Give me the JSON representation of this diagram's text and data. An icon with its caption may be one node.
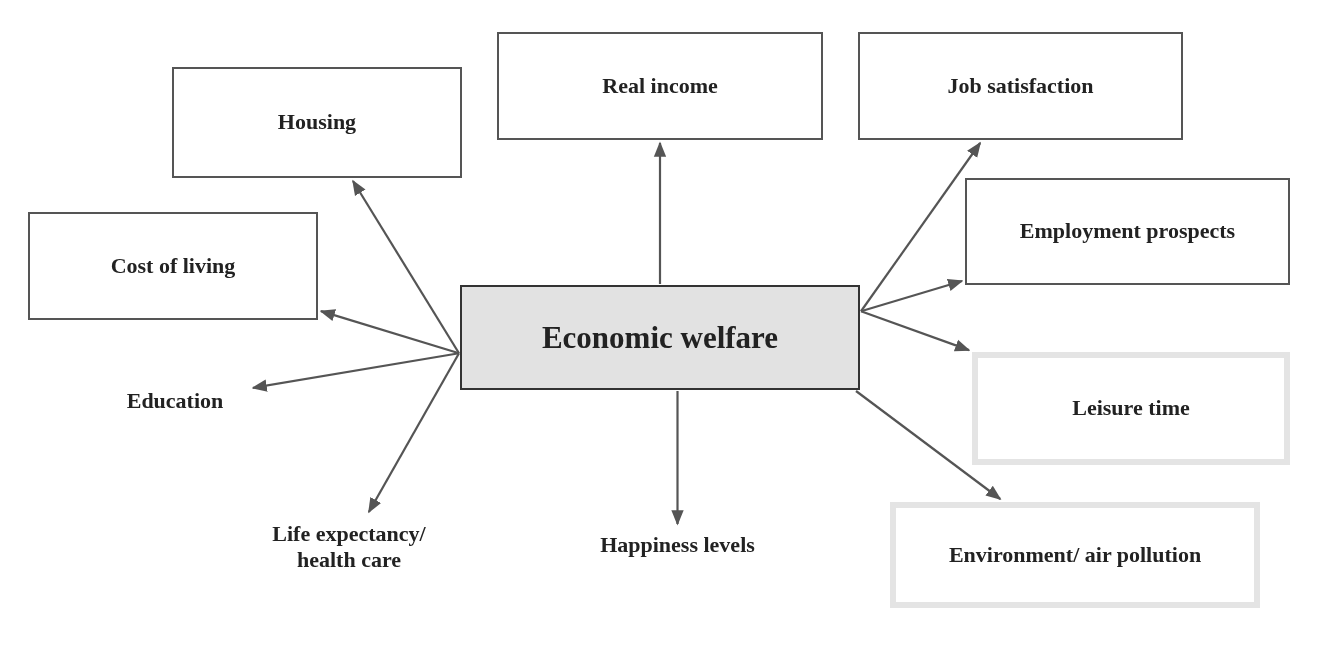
{
  "diagram": {
    "nodes": [
      {
        "text": [
          "Economic welfare"
        ]
      },
      {
        "text": [
          "Housing"
        ]
      },
      {
        "text": [
          "Real income"
        ]
      },
      {
        "text": [
          "Job satisfaction"
        ]
      },
      {
        "text": [
          "Cost of living"
        ]
      },
      {
        "text": [
          "Employment prospects"
        ]
      },
      {
        "text": [
          "Education"
        ]
      },
      {
        "text": [
          "Leisure time"
        ]
      },
      {
        "text": [
          "Life expectancy/ health care"
        ]
      },
      {
        "text": [
          "Happiness levels"
        ]
      },
      {
        "text": [
          "Environment/ air pollution"
        ]
      }
    ],
    "edges": [
      {
        "from": 0,
        "to": 1,
        "arrow": "to"
      },
      {
        "from": 0,
        "to": 2,
        "arrow": "to"
      },
      {
        "from": 0,
        "to": 3,
        "arrow": "to"
      },
      {
        "from": 0,
        "to": 4,
        "arrow": "to"
      },
      {
        "from": 0,
        "to": 5,
        "arrow": "to"
      },
      {
        "from": 0,
        "to": 6,
        "arrow": "to"
      },
      {
        "from": 0,
        "to": 7,
        "arrow": "to"
      },
      {
        "from": 0,
        "to": 8,
        "arrow": "to"
      },
      {
        "from": 0,
        "to": 9,
        "arrow": "to"
      },
      {
        "from": 0,
        "to": 10,
        "arrow": "to"
      }
    ]
  }
}
